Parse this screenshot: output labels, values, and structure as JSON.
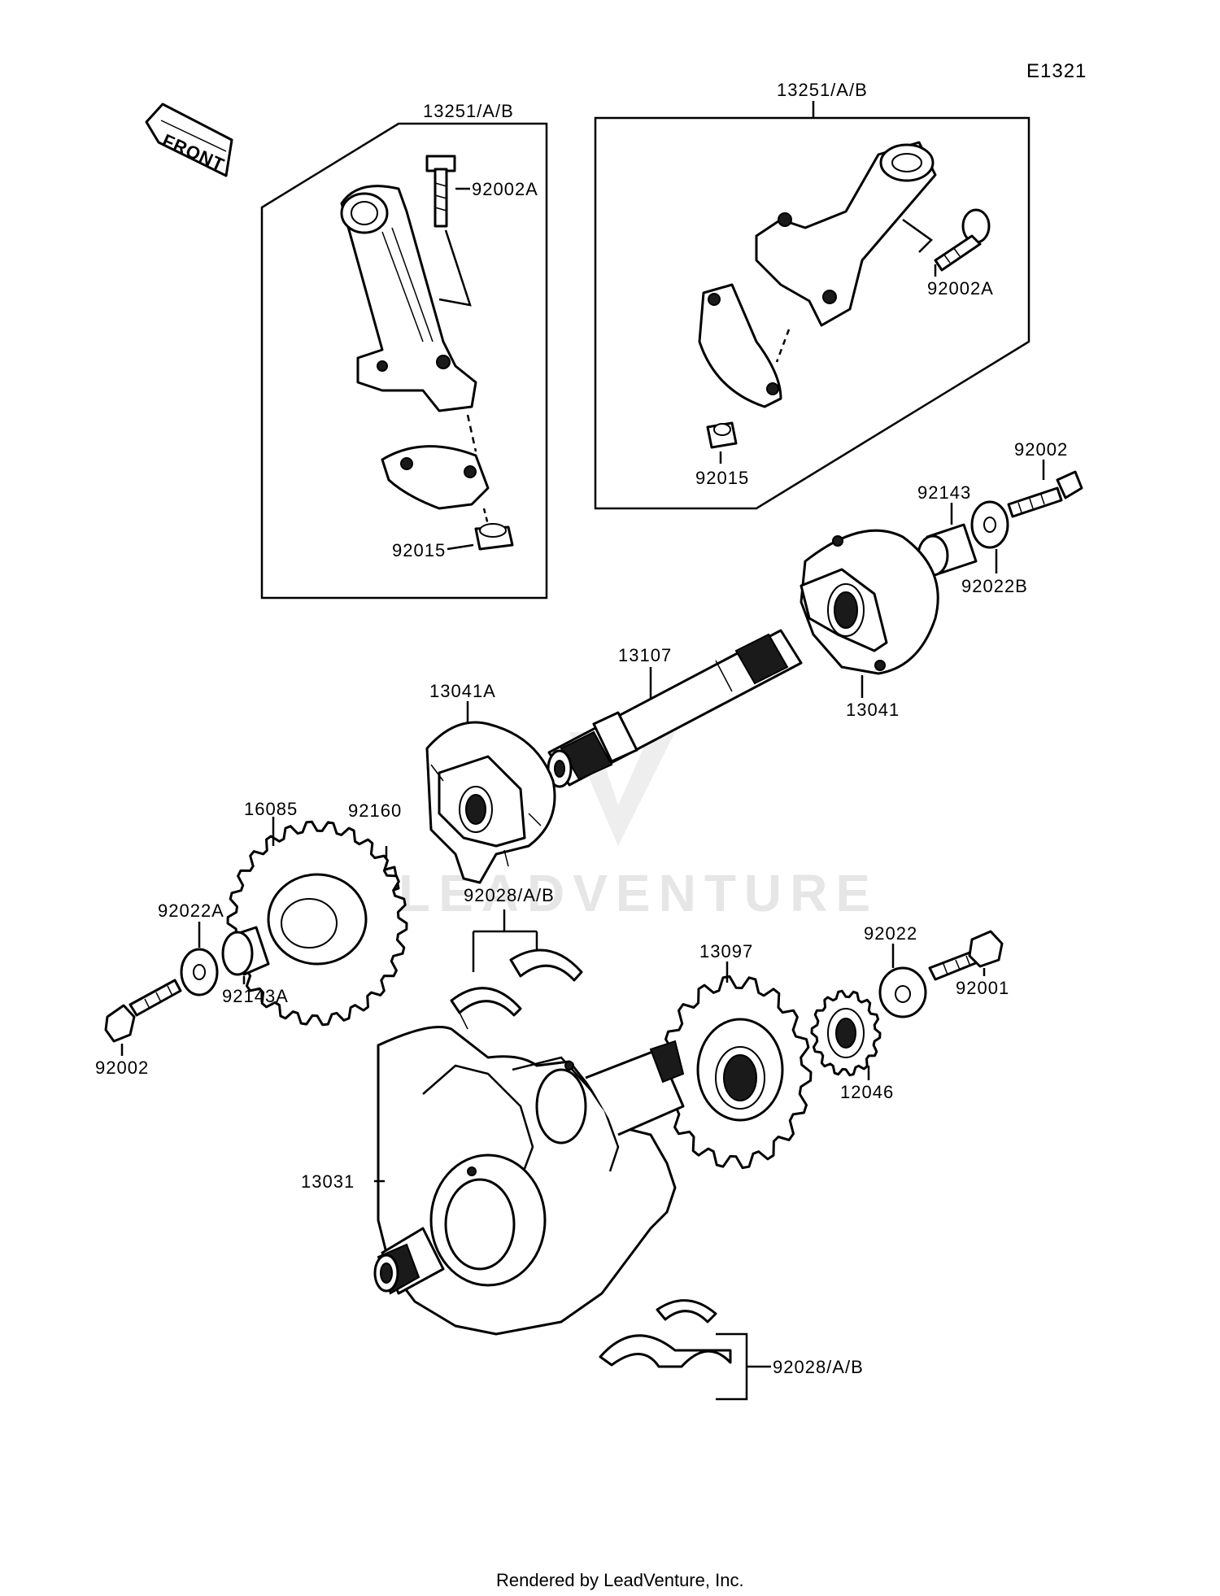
{
  "diagram_id": "E1321",
  "front_tag": "FRONT",
  "watermark": "LEADVENTURE",
  "footer": "Rendered by LeadVenture, Inc.",
  "labels": {
    "rod_left_group": "13251/A/B",
    "rod_right_group": "13251/A/B",
    "bolt_left": "92002A",
    "bolt_right": "92002A",
    "nut_left": "92015",
    "nut_right": "92015",
    "bolt_top_right": "92002",
    "collar_top": "92143",
    "washer_top": "92022B",
    "shaft": "13107",
    "weight_right": "13041",
    "weight_left": "13041A",
    "sprocket": "16085",
    "key": "92160",
    "washer_left": "92022A",
    "collar_left": "92143A",
    "bolt_left_bottom": "92002",
    "bearings_mid": "92028/A/B",
    "gear": "13097",
    "washer_right": "92022",
    "bolt_right_bottom": "92001",
    "gear_small": "12046",
    "crankshaft": "13031",
    "bearings_bottom": "92028/A/B"
  }
}
